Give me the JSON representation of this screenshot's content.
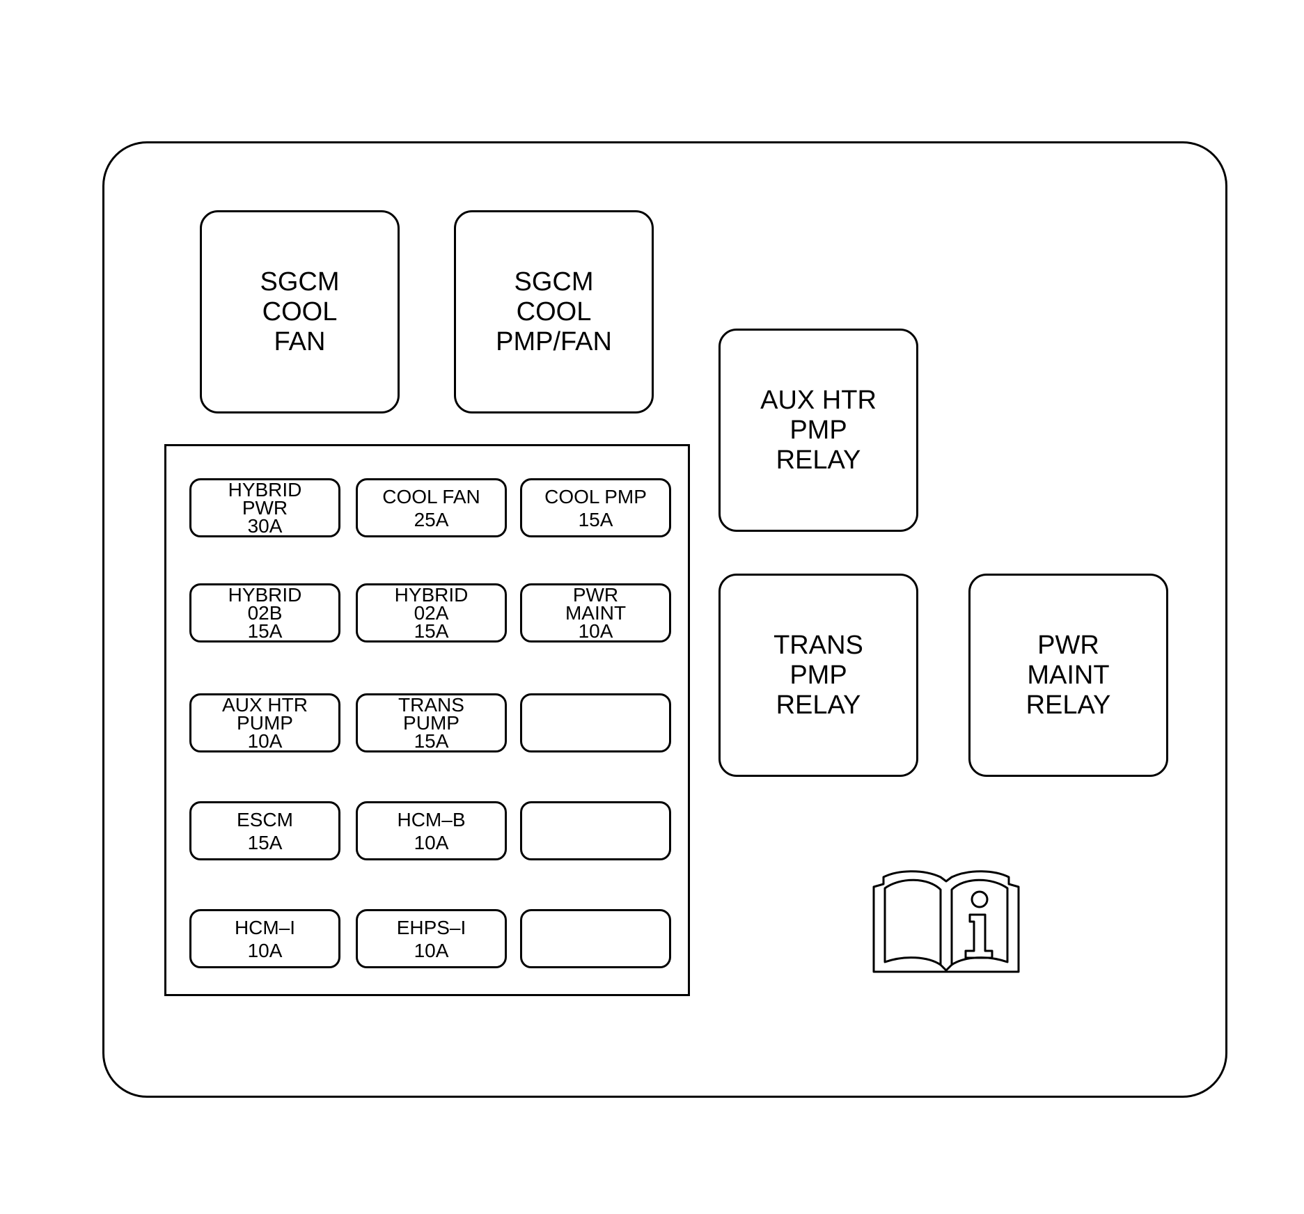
{
  "relays": {
    "sgcm_cool_fan": "SGCM\nCOOL\nFAN",
    "sgcm_cool_pmp_fan": "SGCM\nCOOL\nPMP/FAN",
    "aux_htr_pmp_relay": "AUX HTR\nPMP\nRELAY",
    "trans_pmp_relay": "TRANS\nPMP\nRELAY",
    "pwr_maint_relay": "PWR\nMAINT\nRELAY"
  },
  "fuses": {
    "r1c1": "HYBRID\nPWR\n30A",
    "r1c2": "COOL FAN\n25A",
    "r1c3": "COOL PMP\n15A",
    "r2c1": "HYBRID\n02B\n15A",
    "r2c2": "HYBRID\n02A\n15A",
    "r2c3": "PWR\nMAINT\n10A",
    "r3c1": "AUX HTR\nPUMP\n10A",
    "r3c2": "TRANS\nPUMP\n15A",
    "r3c3": "",
    "r4c1": "ESCM\n15A",
    "r4c2": "HCM–B\n10A",
    "r4c3": "",
    "r5c1": "HCM–I\n10A",
    "r5c2": "EHPS–I\n10A",
    "r5c3": ""
  },
  "icons": {
    "manual": "owners-manual-info-icon"
  }
}
